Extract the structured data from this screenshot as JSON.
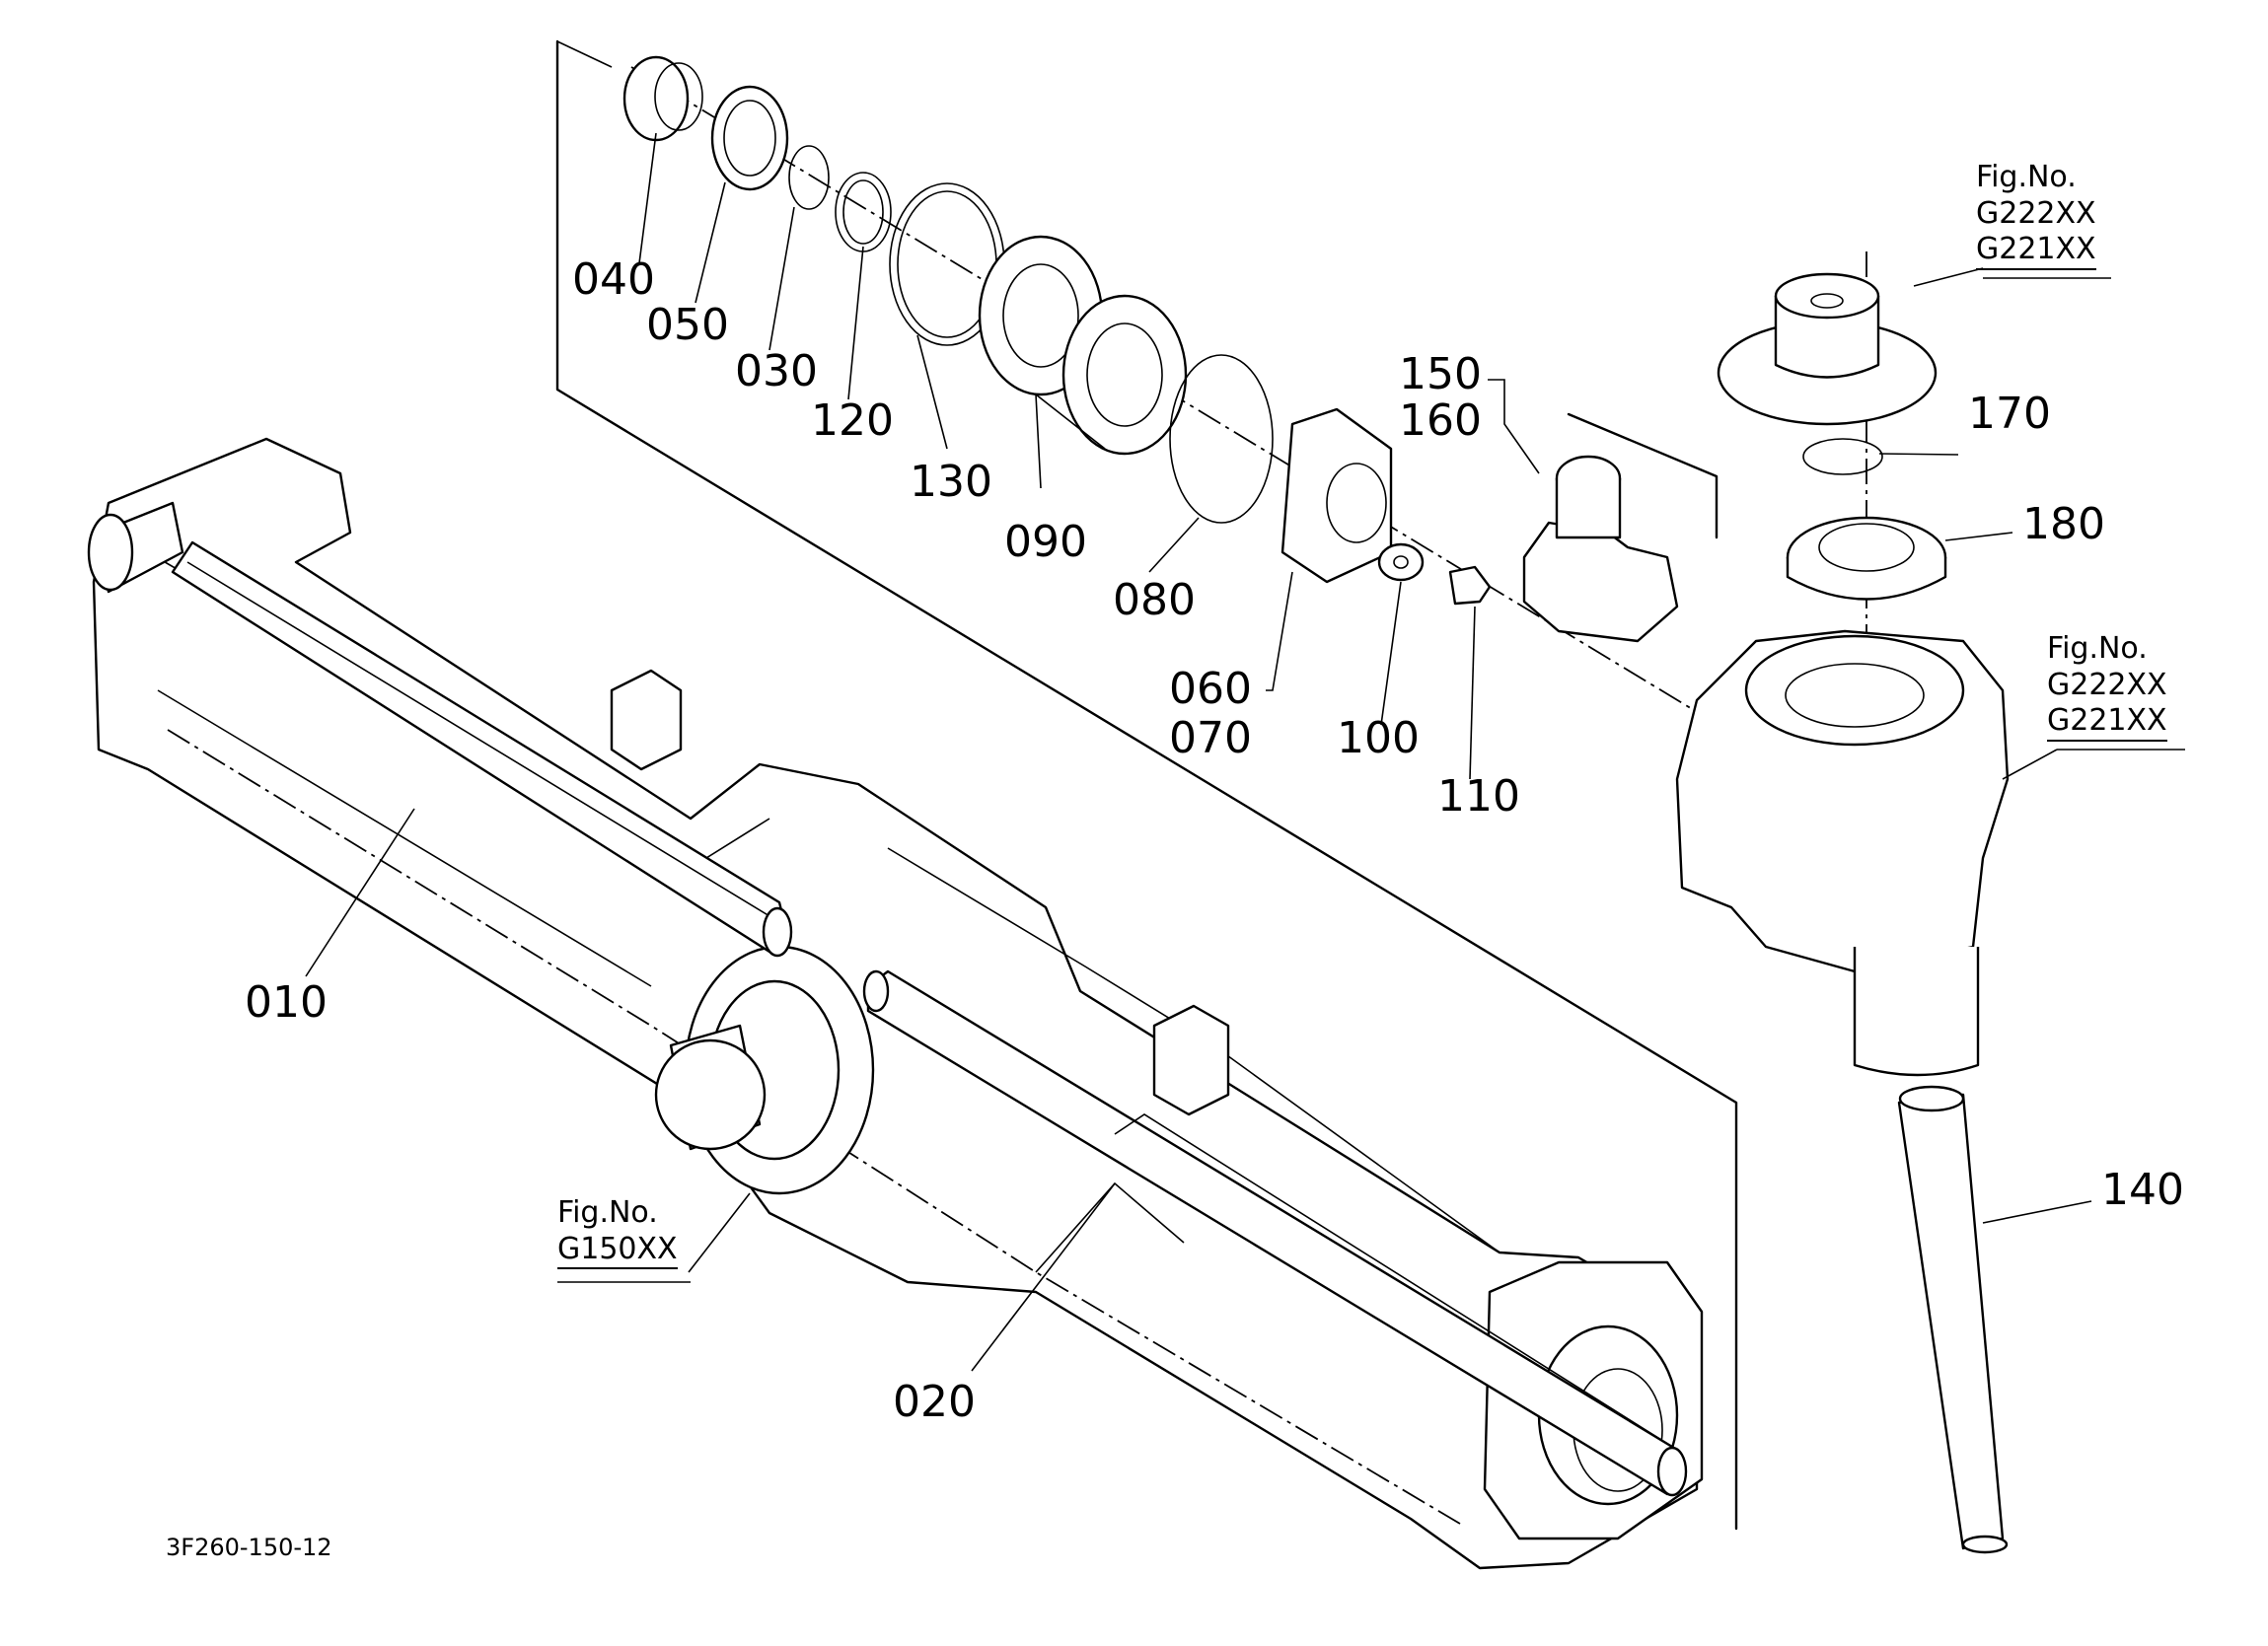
{
  "parts": {
    "p040": "040",
    "p050": "050",
    "p030": "030",
    "p120": "120",
    "p130": "130",
    "p090": "090",
    "p080": "080",
    "p060": "060",
    "p070": "070",
    "p100": "100",
    "p110": "110",
    "p150": "150",
    "p160": "160",
    "p170": "170",
    "p180": "180",
    "p140": "140",
    "p010": "010",
    "p020": "020"
  },
  "fig_refs": {
    "top_right": {
      "title": "Fig.No.",
      "lines": [
        "G222XX",
        "G221XX"
      ]
    },
    "mid_right": {
      "title": "Fig.No.",
      "lines": [
        "G222XX",
        "G221XX"
      ]
    },
    "bottom_left": {
      "title": "Fig.No.",
      "lines": [
        "G150XX"
      ]
    }
  },
  "drawing_code": "3F260-150-12"
}
